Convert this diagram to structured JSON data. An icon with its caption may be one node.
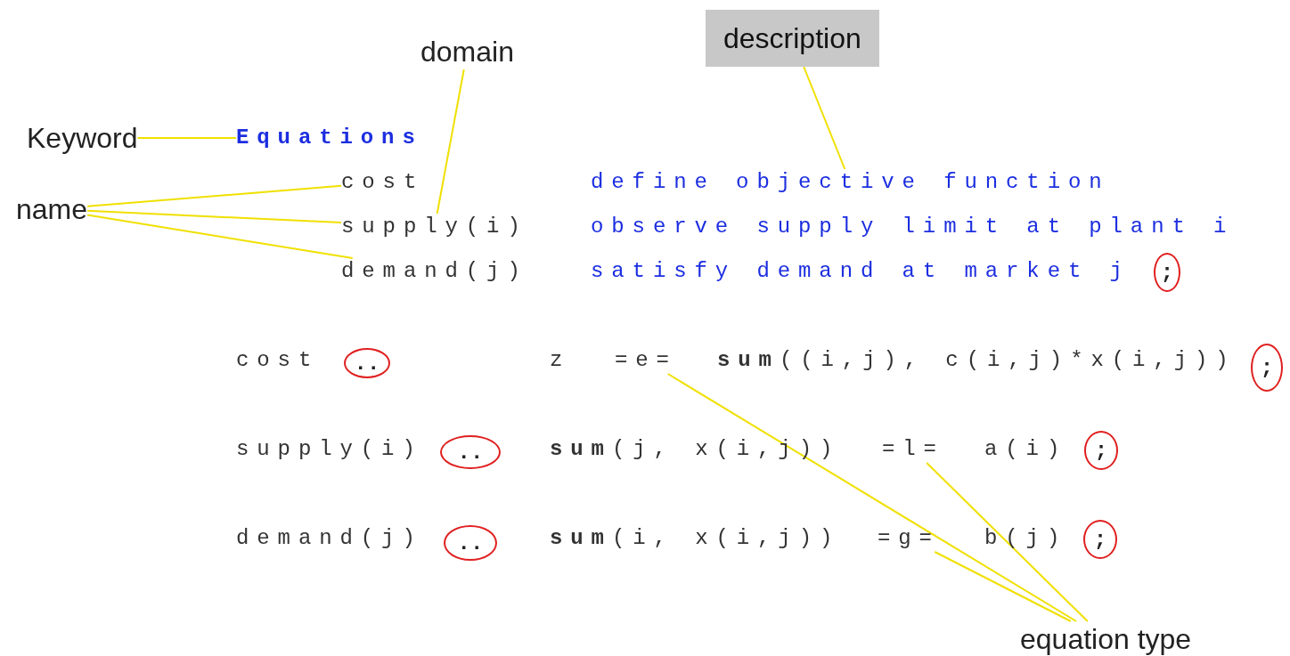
{
  "diagram": {
    "nodes": [
      {
        "text": [
          "domain"
        ]
      },
      {
        "text": [
          "description"
        ]
      },
      {
        "text": [
          "Keyword"
        ]
      },
      {
        "text": [
          "Equations"
        ]
      },
      {
        "text": [
          "name"
        ]
      },
      {
        "text": [
          "cost"
        ]
      },
      {
        "text": [
          "supply(i)"
        ]
      },
      {
        "text": [
          "demand(j)"
        ]
      },
      {
        "text": [
          "define objective function"
        ]
      },
      {
        "text": [
          ";"
        ]
      },
      {
        "text": [
          ".."
        ]
      },
      {
        "text": [
          "=e="
        ]
      },
      {
        "text": [
          ";"
        ]
      },
      {
        "text": [
          ".."
        ]
      },
      {
        "text": [
          "=l="
        ]
      },
      {
        "text": [
          ";"
        ]
      },
      {
        "text": [
          ".."
        ]
      },
      {
        "text": [
          "=g="
        ]
      },
      {
        "text": [
          ";"
        ]
      },
      {
        "text": [
          "equation type"
        ]
      }
    ],
    "edges": [
      {
        "from": 0,
        "to": 6,
        "arrow": "none"
      },
      {
        "from": 1,
        "to": 8,
        "arrow": "none"
      },
      {
        "from": 2,
        "to": 3,
        "arrow": "none"
      },
      {
        "from": 4,
        "to": 5,
        "arrow": "none"
      },
      {
        "from": 4,
        "to": 6,
        "arrow": "none"
      },
      {
        "from": 4,
        "to": 7,
        "arrow": "none"
      },
      {
        "from": 19,
        "to": 11,
        "arrow": "none"
      },
      {
        "from": 19,
        "to": 14,
        "arrow": "none"
      },
      {
        "from": 19,
        "to": 17,
        "arrow": "none"
      }
    ],
    "labels": [
      "observe supply limit at plant i",
      "satisfy demand at market j",
      "cost",
      "z",
      "**sum**((i,j), c(i,j)*x(i,j))",
      "supply(i)",
      "**sum**(j, x(i,j))",
      "a(i)",
      "demand(j)",
      "**sum**(i, x(i,j))",
      "b(j)"
    ]
  }
}
